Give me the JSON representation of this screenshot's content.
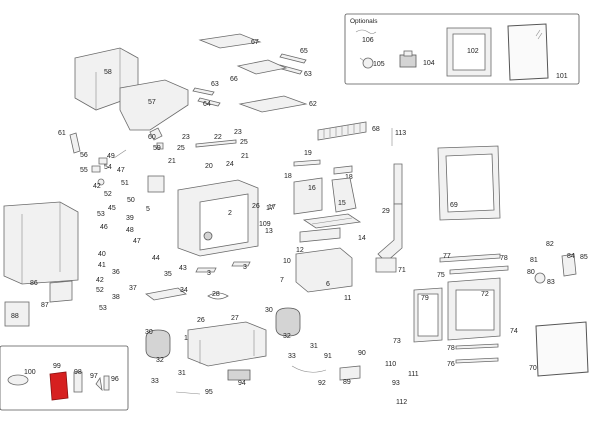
{
  "optionals": {
    "title": "Optionals",
    "parts": [
      "106",
      "105",
      "104",
      "102",
      "101"
    ]
  },
  "accessories": {
    "parts": [
      "100",
      "99",
      "98",
      "97",
      "96"
    ],
    "highlight_color": "#d62020"
  },
  "labels": {
    "p1": "1",
    "p2": "2",
    "p3": "3",
    "p3b": "3",
    "p5": "5",
    "p6": "6",
    "p7": "7",
    "p10": "10",
    "p11": "11",
    "p12": "12",
    "p13": "13",
    "p14": "14",
    "p15": "15",
    "p16": "16",
    "p17": "17",
    "p17b": "17",
    "p18": "18",
    "p18b": "18",
    "p19": "19",
    "p20": "20",
    "p21": "21",
    "p21b": "21",
    "p22": "22",
    "p23": "23",
    "p23b": "23",
    "p24": "24",
    "p25": "25",
    "p25b": "25",
    "p26": "26",
    "p26b": "26",
    "p27": "27",
    "p28": "28",
    "p29": "29",
    "p30": "30",
    "p30b": "30",
    "p31": "31",
    "p31b": "31",
    "p32": "32",
    "p32b": "32",
    "p33": "33",
    "p33b": "33",
    "p34": "34",
    "p35": "35",
    "p36": "36",
    "p37": "37",
    "p38": "38",
    "p39": "39",
    "p40": "40",
    "p41": "41",
    "p42": "42",
    "p42b": "42",
    "p43": "43",
    "p44": "44",
    "p45": "45",
    "p46": "46",
    "p47": "47",
    "p48": "48",
    "p49": "49",
    "p50": "50",
    "p51": "51",
    "p52": "52",
    "p52b": "52",
    "p53": "53",
    "p53b": "53",
    "p54": "54",
    "p55": "55",
    "p56": "56",
    "p57": "57",
    "p58": "58",
    "p59": "59",
    "p60": "60",
    "p61": "61",
    "p62": "62",
    "p63": "63",
    "p63b": "63",
    "p64": "64",
    "p65": "65",
    "p66": "66",
    "p67": "67",
    "p68": "68",
    "p69": "69",
    "p70": "70",
    "p71": "71",
    "p72": "72",
    "p73": "73",
    "p74": "74",
    "p75": "75",
    "p76": "76",
    "p77": "77",
    "p78": "78",
    "p79": "79",
    "p80": "80",
    "p81": "81",
    "p82": "82",
    "p83": "83",
    "p84": "84",
    "p85": "85",
    "p86": "86",
    "p87": "87",
    "p88": "88",
    "p89": "89",
    "p90": "90",
    "p91": "91",
    "p92": "92",
    "p93": "93",
    "p94": "94",
    "p95": "95",
    "p96": "96",
    "p97": "97",
    "p98": "98",
    "p99": "99",
    "p100": "100",
    "p101": "101",
    "p102": "102",
    "p104": "104",
    "p105": "105",
    "p106": "106",
    "p109": "109",
    "p110": "110",
    "p111": "111",
    "p112": "112",
    "p113": "113"
  }
}
